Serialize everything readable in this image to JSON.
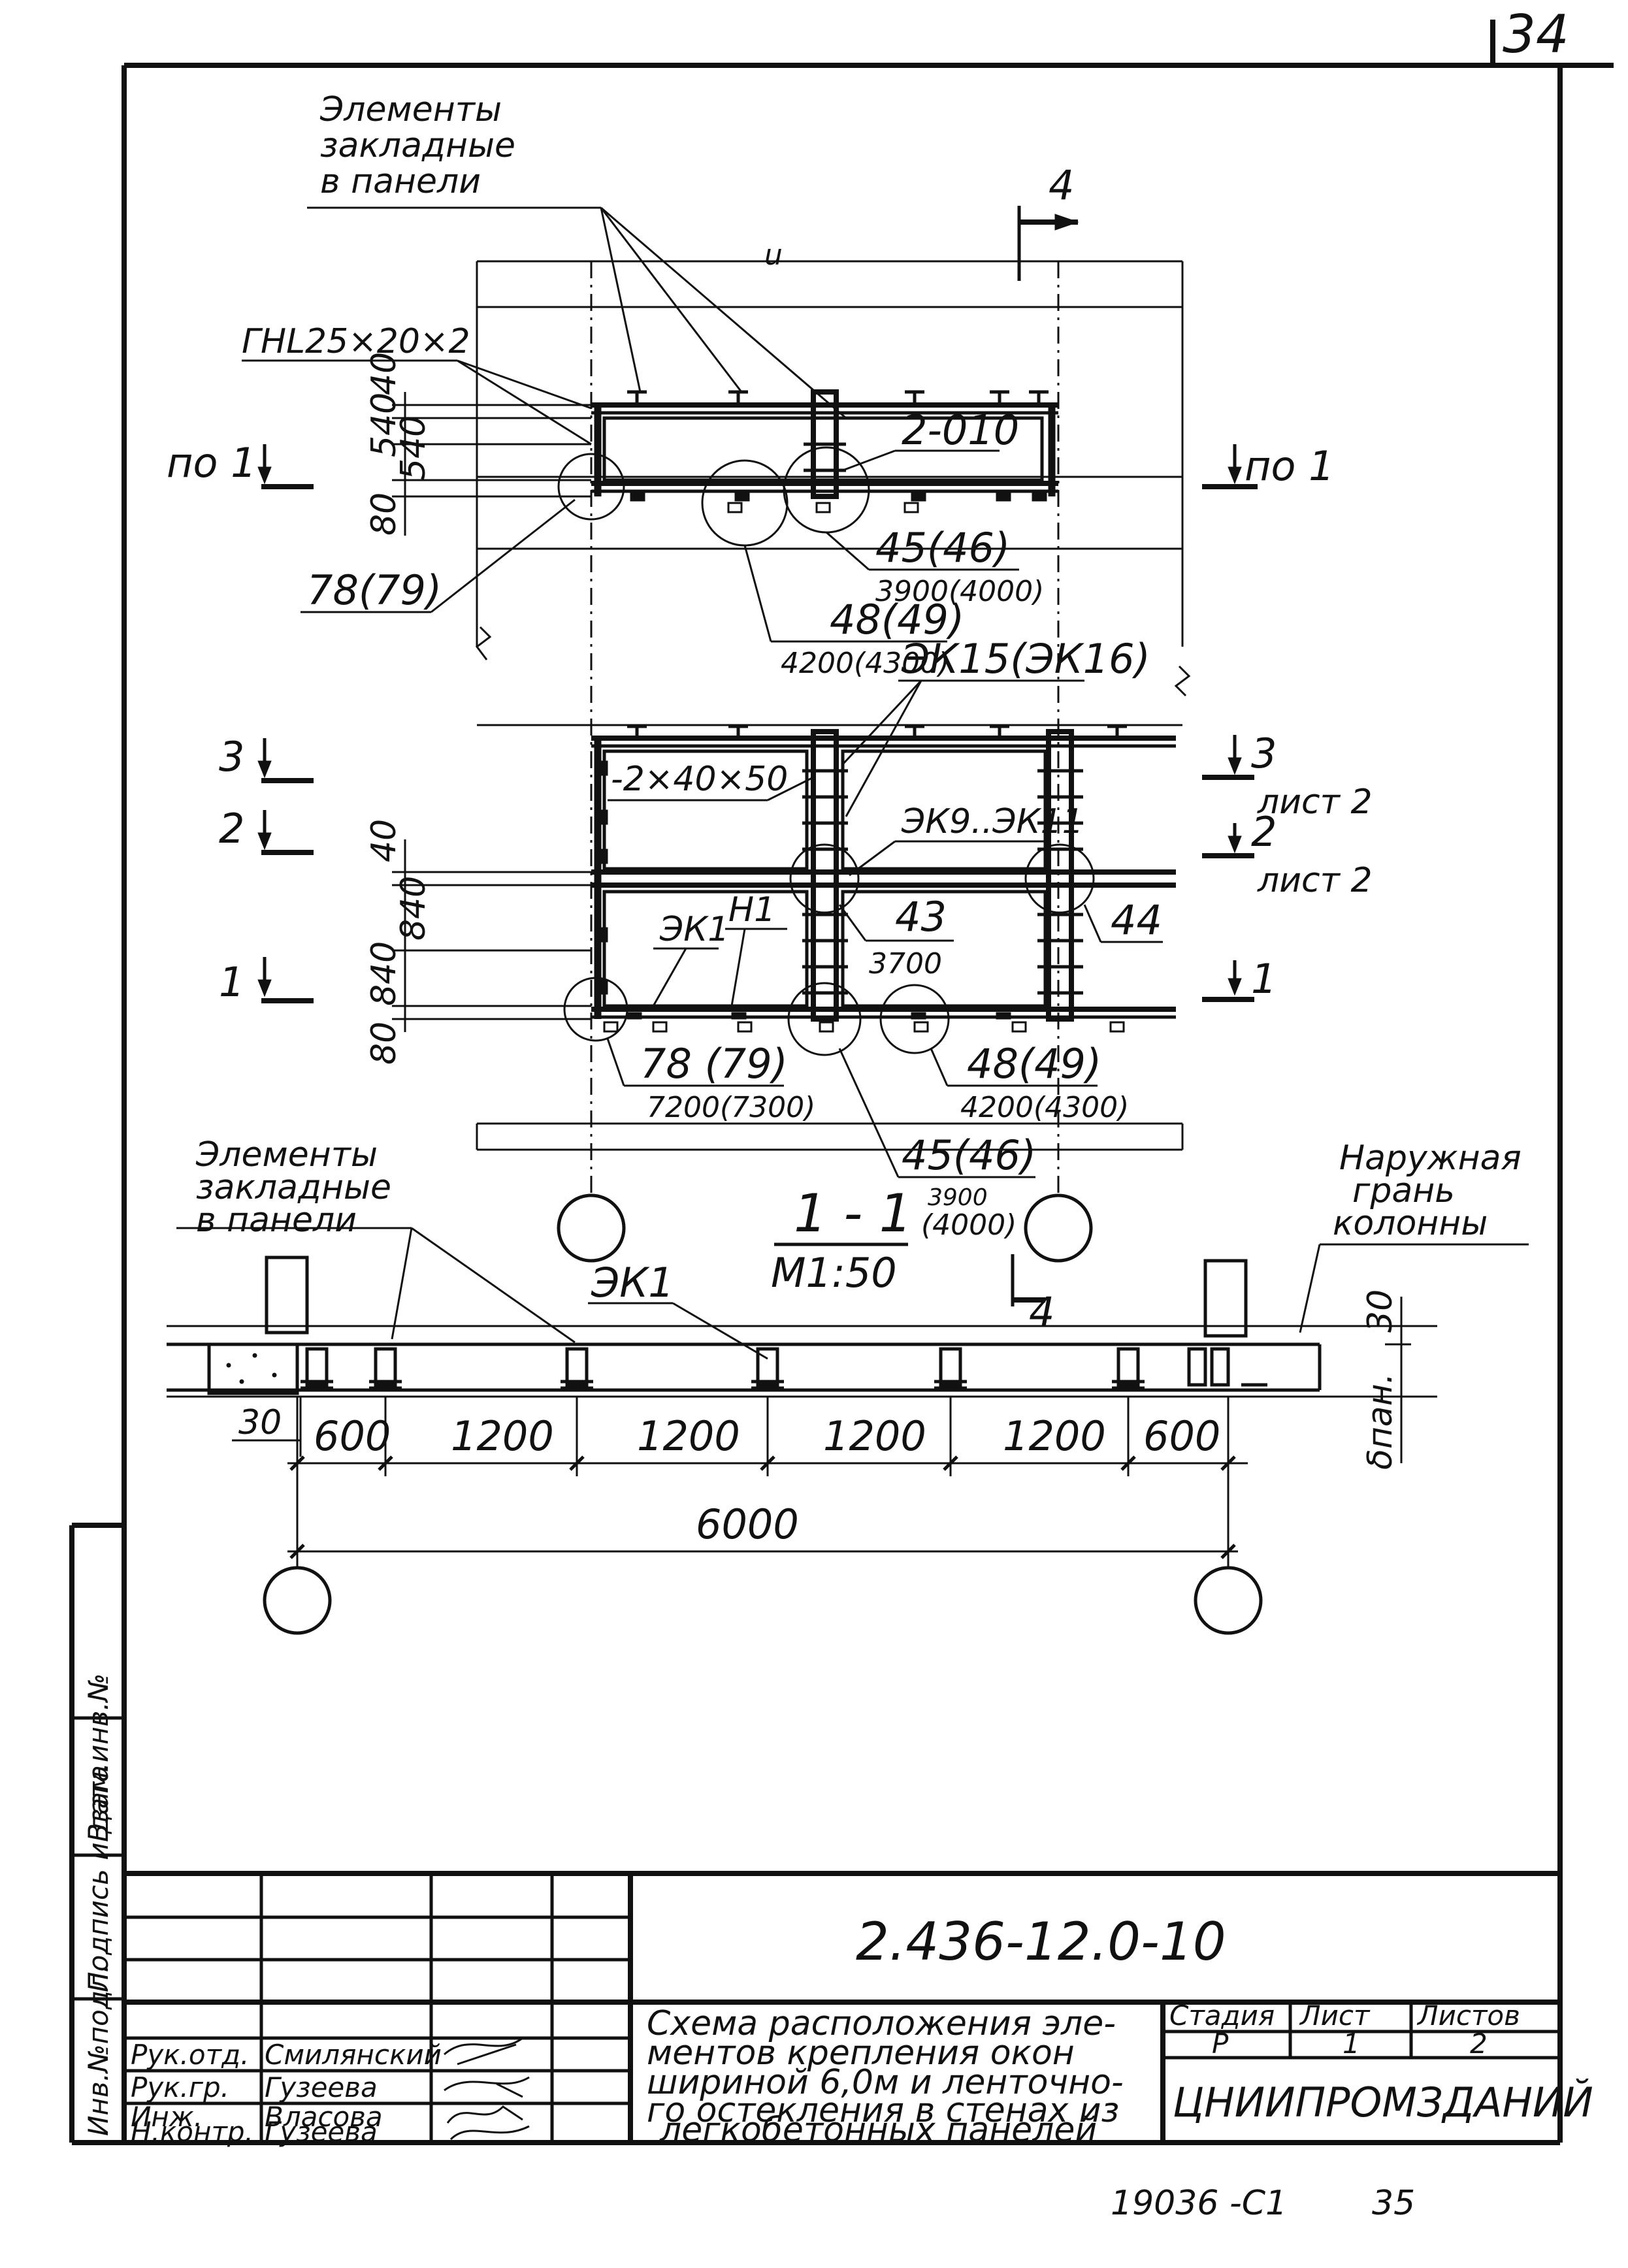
{
  "sheet": {
    "number": "34",
    "footer_code": "19036 -С1",
    "footer_page": "35"
  },
  "top_plan": {
    "callout_embedded": "Элементы закладные в панели",
    "callout_embedded_lines": [
      "Элементы",
      "закладные",
      "в панели"
    ],
    "label_angle": "ГНL25×20×2",
    "dims_left": [
      "40",
      "540",
      "540",
      "80"
    ],
    "label_dim_u": "u",
    "label_plate": "2-010",
    "label_45": "45(46)",
    "label_45_len": "3900(4000)",
    "label_48": "48(49)",
    "label_48_len": "4200(4300)",
    "label_ek15": "ЭК15(ЭК16)",
    "label_78": "78(79)",
    "section_left": "по 1",
    "section_right": "по 1",
    "section_4": "4"
  },
  "mid_plan": {
    "label_plate": "-2×40×50",
    "label_ek9": "ЭК9..ЭК11",
    "label_ek1": "ЭК1",
    "label_h1": "Н1",
    "label_43": "43",
    "label_43_len": "3700",
    "label_44": "44",
    "label_78": "78 (79)",
    "label_78_len": "7200(7300)",
    "label_48": "48(49)",
    "label_48_len": "4200(4300)",
    "label_45": "45(46)",
    "label_45_len": "3900",
    "label_45_len2": "(4000)",
    "dims_left": [
      "40",
      "840",
      "840",
      "80"
    ],
    "sections_left": [
      "3",
      "2",
      "1"
    ],
    "sections_right": [
      "3",
      "2",
      "1"
    ],
    "sheet_ref": "лист 2"
  },
  "section_1_1": {
    "title": "1 - 1",
    "scale": "М1:50",
    "callout_embedded_lines": [
      "Элементы",
      "закладные",
      "в панели"
    ],
    "callout_facade_lines": [
      "Наружная",
      "грань",
      "колонны"
    ],
    "label_ek1": "ЭК1",
    "section_4": "4",
    "dim_30_top": "30",
    "dim_30_left": "30",
    "dim_panel": "δпан.",
    "spacing_dims": [
      "600",
      "1200",
      "1200",
      "1200",
      "1200",
      "600"
    ],
    "total_dim": "6000"
  },
  "side_stamp": {
    "columns": [
      "Инв.№подл.",
      "Подпись и дата",
      "Взам.инв.№"
    ]
  },
  "title_block": {
    "doc_code": "2.436-12.0-10",
    "title_lines": [
      "Схема расположения эле-",
      "ментов крепления окон",
      "шириной 6,0м и ленточно-",
      "го остекления в стенах из",
      "легкобетонных панелей"
    ],
    "roles": [
      {
        "role": "Рук.отд.",
        "name": "Смилянский"
      },
      {
        "role": "Рук.гр.",
        "name": "Гузеева"
      },
      {
        "role": "Инж.",
        "name": "Власова"
      },
      {
        "role": "Н.контр.",
        "name": "Гузеева"
      }
    ],
    "stage_header": "Стадия",
    "sheet_header": "Лист",
    "sheets_header": "Листов",
    "stage": "Р",
    "sheet": "1",
    "sheets": "2",
    "organization": "ЦНИИПРОМЗДАНИЙ"
  },
  "colors": {
    "ink": "#111111",
    "paper": "#ffffff"
  }
}
